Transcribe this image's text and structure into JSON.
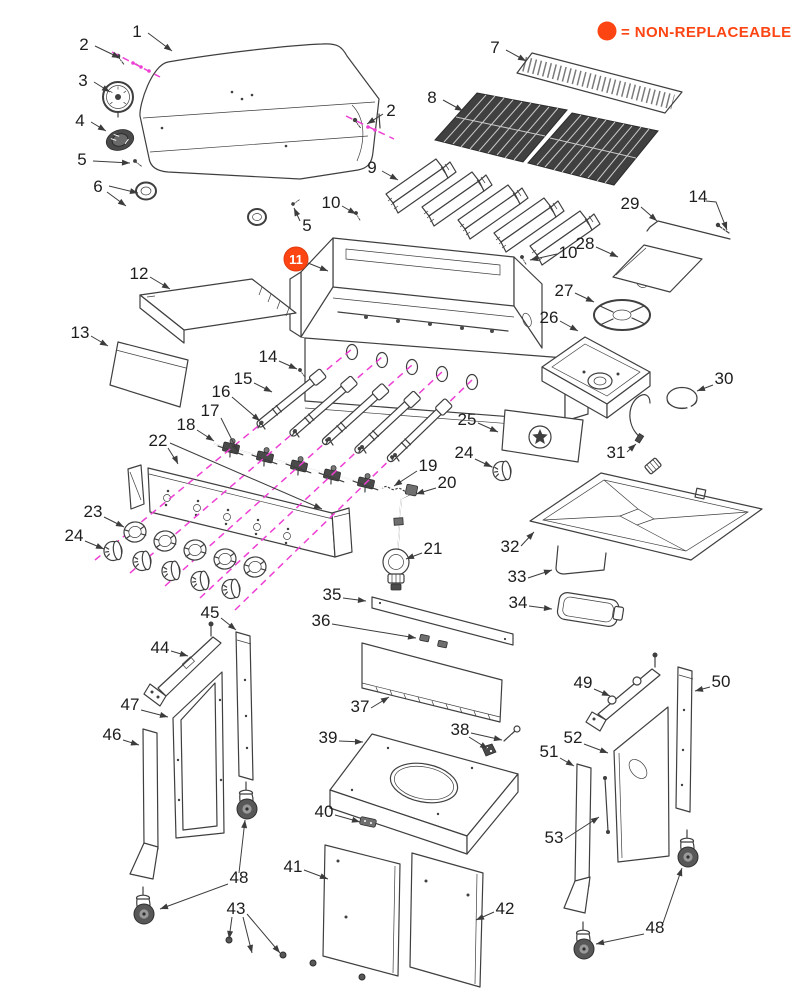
{
  "legend": {
    "dot_icon": "non-replaceable-dot",
    "dot_color": "#fd4513",
    "text": "= NON-REPLACEABLE"
  },
  "highlighted_part": {
    "number": "11",
    "badge_color": "#fd4513",
    "part": "firebox"
  },
  "colors": {
    "accent": "#fd4513",
    "line_art": "#3f3f3f",
    "alignment_dash": "#ee3fd4",
    "grate_fill": "#404040"
  },
  "callouts": [
    {
      "text": "1",
      "name": "lid"
    },
    {
      "text": "2",
      "name": "lid-screws-left"
    },
    {
      "text": "3",
      "name": "temperature-gauge"
    },
    {
      "text": "4",
      "name": "gauge-bezel"
    },
    {
      "text": "5",
      "name": "lid-screw-left"
    },
    {
      "text": "6",
      "name": "lid-handle"
    },
    {
      "text": "2",
      "name": "lid-screws-right"
    },
    {
      "text": "5",
      "name": "lid-screw-right"
    },
    {
      "text": "7",
      "name": "warming-rack"
    },
    {
      "text": "8",
      "name": "cooking-grates"
    },
    {
      "text": "9",
      "name": "flame-tamers"
    },
    {
      "text": "10",
      "name": "firebox-screw-left"
    },
    {
      "text": "10",
      "name": "firebox-screw-right"
    },
    {
      "text": "12",
      "name": "side-shelf"
    },
    {
      "text": "13",
      "name": "side-table-panel"
    },
    {
      "text": "14",
      "name": "rear-bolt"
    },
    {
      "text": "29",
      "name": "crossover-rod"
    },
    {
      "text": "28",
      "name": "side-burner-lid"
    },
    {
      "text": "27",
      "name": "side-burner-trivet"
    },
    {
      "text": "26",
      "name": "side-burner-box"
    },
    {
      "text": "30",
      "name": "side-burner-head"
    },
    {
      "text": "31",
      "name": "igniter-wire"
    },
    {
      "text": "25",
      "name": "side-burner-side-panel"
    },
    {
      "text": "24",
      "name": "side-burner-knob"
    },
    {
      "text": "14",
      "name": "burner-bolt"
    },
    {
      "text": "15",
      "name": "burner-tube"
    },
    {
      "text": "16",
      "name": "burner-clips"
    },
    {
      "text": "17",
      "name": "valve"
    },
    {
      "text": "18",
      "name": "valve-assembly"
    },
    {
      "text": "22",
      "name": "control-panel"
    },
    {
      "text": "19",
      "name": "gas-hose"
    },
    {
      "text": "20",
      "name": "hose-fitting"
    },
    {
      "text": "21",
      "name": "regulator"
    },
    {
      "text": "23",
      "name": "knob-bezels"
    },
    {
      "text": "24",
      "name": "control-knobs"
    },
    {
      "text": "32",
      "name": "grease-tray"
    },
    {
      "text": "33",
      "name": "tray-bracket"
    },
    {
      "text": "34",
      "name": "grease-cup"
    },
    {
      "text": "35",
      "name": "front-rail"
    },
    {
      "text": "36",
      "name": "rail-clips"
    },
    {
      "text": "37",
      "name": "front-panel"
    },
    {
      "text": "38",
      "name": "door-hinge-bolt"
    },
    {
      "text": "39",
      "name": "cart-top-panel"
    },
    {
      "text": "40",
      "name": "cart-clip"
    },
    {
      "text": "41",
      "name": "left-door"
    },
    {
      "text": "42",
      "name": "right-door"
    },
    {
      "text": "43",
      "name": "door-handle"
    },
    {
      "text": "44",
      "name": "left-top-bracket"
    },
    {
      "text": "45",
      "name": "left-rear-post"
    },
    {
      "text": "46",
      "name": "left-front-leg"
    },
    {
      "text": "47",
      "name": "left-side-frame"
    },
    {
      "text": "48",
      "name": "casters-left"
    },
    {
      "text": "48",
      "name": "casters-right"
    },
    {
      "text": "49",
      "name": "right-top-bracket"
    },
    {
      "text": "50",
      "name": "right-rear-post"
    },
    {
      "text": "51",
      "name": "right-front-leg"
    },
    {
      "text": "52",
      "name": "right-side-panel"
    },
    {
      "text": "53",
      "name": "door-rod"
    }
  ]
}
